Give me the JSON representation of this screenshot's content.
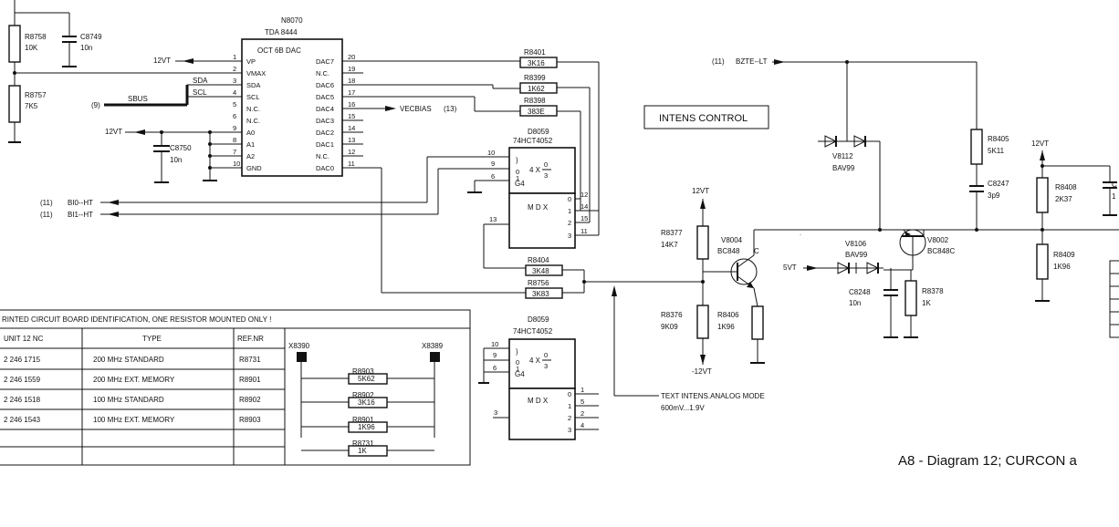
{
  "dac": {
    "ref": "N8070",
    "part": "TDA 8444",
    "title": "OCT 6B DAC",
    "left_pins": [
      {
        "num": "1",
        "name": "VP"
      },
      {
        "num": "2",
        "name": "VMAX"
      },
      {
        "num": "3",
        "name": "SDA"
      },
      {
        "num": "4",
        "name": "SCL"
      },
      {
        "num": "5",
        "name": "N.C."
      },
      {
        "num": "6",
        "name": "N.C."
      },
      {
        "num": "9",
        "name": "A0"
      },
      {
        "num": "8",
        "name": "A1"
      },
      {
        "num": "7",
        "name": "A2"
      },
      {
        "num": "10",
        "name": "GND"
      }
    ],
    "right_pins": [
      {
        "num": "20",
        "name": "DAC7"
      },
      {
        "num": "19",
        "name": "N.C."
      },
      {
        "num": "18",
        "name": "DAC6"
      },
      {
        "num": "17",
        "name": "DAC5"
      },
      {
        "num": "16",
        "name": "DAC4"
      },
      {
        "num": "15",
        "name": "DAC3"
      },
      {
        "num": "14",
        "name": "DAC2"
      },
      {
        "num": "13",
        "name": "DAC1"
      },
      {
        "num": "12",
        "name": "N.C."
      },
      {
        "num": "11",
        "name": "DAC0"
      }
    ]
  },
  "nets": {
    "vp": "12VT",
    "a0": "12VT",
    "sbus": "SBUS",
    "sbus_ref": "(9)",
    "sda": "SDA",
    "scl": "SCL",
    "vecbias": "VECBIAS",
    "vecbias_ref": "(13)",
    "bi0": "BI0--HT",
    "bi0_ref": "(11)",
    "bi1": "BI1--HT",
    "bi1_ref": "(11)",
    "bzte": "BZTE--LT",
    "bzte_ref": "(11)",
    "v12_q": "12VT",
    "vm12": "-12VT",
    "v12_r8408": "12VT",
    "v5": "5VT",
    "intens_control": "INTENS CONTROL",
    "text_intens_1": "TEXT INTENS.ANALOG MODE",
    "text_intens_2": "600mV...1.9V"
  },
  "components": {
    "r8758": {
      "ref": "R8758",
      "value": "10K"
    },
    "c8749": {
      "ref": "C8749",
      "value": "10n"
    },
    "r8757": {
      "ref": "R8757",
      "value": "7K5"
    },
    "c8750": {
      "ref": "C8750",
      "value": "10n"
    },
    "r8401": {
      "ref": "R8401",
      "value": "3K16"
    },
    "r8399": {
      "ref": "R8399",
      "value": "1K62"
    },
    "r8398": {
      "ref": "R8398",
      "value": "383E"
    },
    "r8404": {
      "ref": "R8404",
      "value": "3K48"
    },
    "r8756": {
      "ref": "R8756",
      "value": "3K83"
    },
    "r8377": {
      "ref": "R8377",
      "value": "14K7"
    },
    "r8376": {
      "ref": "R8376",
      "value": "9K09"
    },
    "r8406": {
      "ref": "R8406",
      "value": "1K96"
    },
    "v8004": {
      "ref": "V8004",
      "value": "BC848"
    },
    "v8002": {
      "ref": "V8002",
      "value": "BC848C"
    },
    "v8112": {
      "ref": "V8112",
      "value": "BAV99"
    },
    "v8106": {
      "ref": "V8106",
      "value": "BAV99"
    },
    "c8248": {
      "ref": "C8248",
      "value": "10n"
    },
    "r8378": {
      "ref": "R8378",
      "value": "1K"
    },
    "r8405": {
      "ref": "R8405",
      "value": "5K11"
    },
    "c8247": {
      "ref": "C8247",
      "value": "3p9"
    },
    "r8408": {
      "ref": "R8408",
      "value": "2K37"
    },
    "r8409": {
      "ref": "R8409",
      "value": "1K96"
    },
    "c_cut": {
      "ref": "C",
      "value": "1"
    }
  },
  "mux1": {
    "ref": "D8059",
    "part": "74HCT4052",
    "pins_left": [
      "10",
      "9",
      "6"
    ],
    "pin_13": "13",
    "sw_label": "4 X",
    "sw_range_top": "0",
    "sw_range_bot": "3",
    "g4": "G4",
    "mdx": "M D X",
    "out_idx": [
      "0",
      "1",
      "2",
      "3"
    ],
    "out_pins": [
      "12",
      "14",
      "15",
      "11"
    ]
  },
  "mux2": {
    "ref": "D8059",
    "part": "74HCT4052",
    "pins_left": [
      "10",
      "9",
      "6"
    ],
    "pin_3": "3",
    "sw_label": "4 X",
    "sw_range_top": "0",
    "sw_range_bot": "3",
    "g4": "G4",
    "mdx": "M D X",
    "out_idx": [
      "0",
      "1",
      "2",
      "3"
    ],
    "out_pins": [
      "1",
      "5",
      "2",
      "4"
    ]
  },
  "pcb_table": {
    "header_title": "RINTED CIRCUIT BOARD IDENTIFICATION, ONE RESISTOR MOUNTED ONLY !",
    "col_unit": "UNIT 12 NC",
    "col_type": "TYPE",
    "col_ref": "REF.NR",
    "rows": [
      {
        "unit": "2 246 1715",
        "type": "200 MHz STANDARD",
        "ref": "R8731"
      },
      {
        "unit": "2 246 1559",
        "type": "200 MHz EXT. MEMORY",
        "ref": "R8901"
      },
      {
        "unit": "2 246 1518",
        "type": "100 MHz STANDARD",
        "ref": "R8902"
      },
      {
        "unit": "2 246 1543",
        "type": "100 MHz EXT. MEMORY",
        "ref": "R8903"
      }
    ],
    "x_left": "X8390",
    "x_right": "X8389",
    "resistors": [
      {
        "ref": "R8903",
        "value": "5K62"
      },
      {
        "ref": "R8902",
        "value": "3K16"
      },
      {
        "ref": "R8901",
        "value": "1K96"
      },
      {
        "ref": "R8731",
        "value": "1K"
      }
    ]
  },
  "caption": "A8 - Diagram 12; CURCON a"
}
